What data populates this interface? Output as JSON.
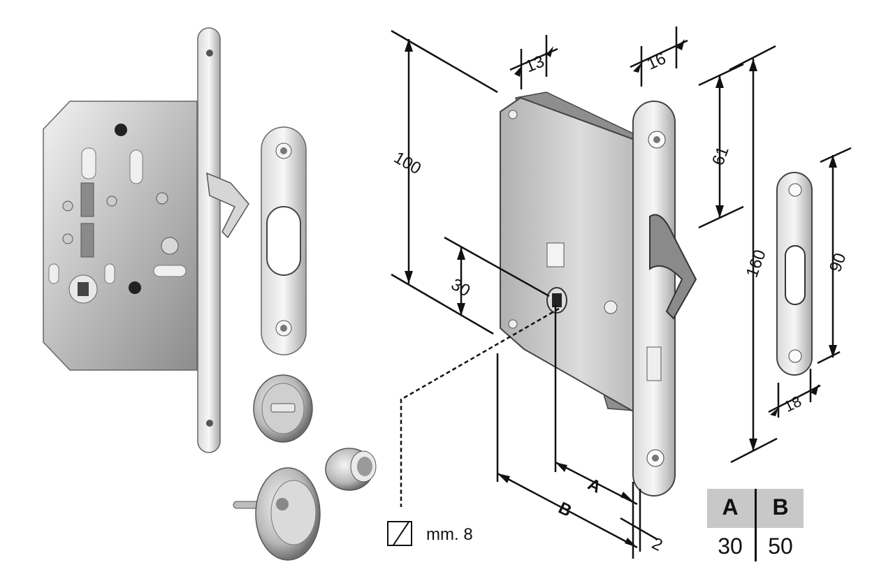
{
  "colors": {
    "steel_light": "#e6e6e6",
    "steel_mid": "#b5b5b5",
    "steel_dark": "#7a7a7a",
    "table_header": "#c8c8c8",
    "line": "#111111"
  },
  "dimensions": {
    "d13": "13",
    "d16": "16",
    "d100": "100",
    "d30": "30",
    "d61": "61",
    "d160": "160",
    "d90": "90",
    "d18": "18",
    "dA": "A",
    "dB": "B",
    "d2": "2"
  },
  "spindle_note": {
    "text": "mm. 8"
  },
  "table": {
    "headers": [
      "A",
      "B"
    ],
    "values": [
      "30",
      "50"
    ]
  }
}
